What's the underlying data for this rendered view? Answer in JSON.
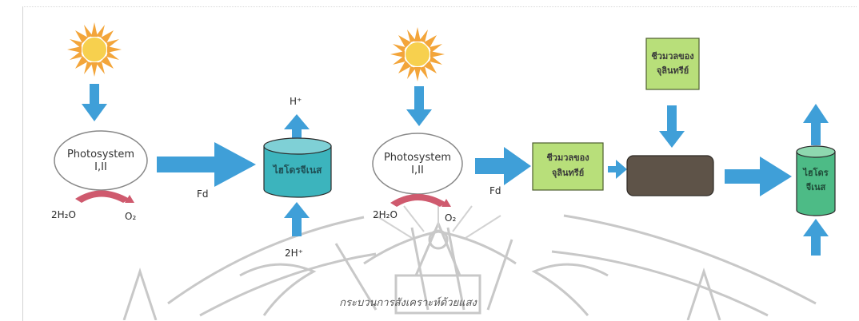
{
  "colors": {
    "arrow_blue": "#3f9fd8",
    "cylinder_teal": "#3cb4bd",
    "cylinder_green": "#4dbb86",
    "box_green": "#b8df7a",
    "box_brown": "#5e5348",
    "curve_red": "#cf5a6e",
    "sun_yellow": "#f7d04e",
    "sun_orange": "#f3a53a",
    "watermark": "#c4c4c4"
  },
  "labels": {
    "ps1": "Photosystem\nI,II",
    "ps2": "Photosystem\nI,II",
    "fd1": "Fd",
    "fd2": "Fd",
    "h_plus": "H⁺",
    "two_h_plus": "2H⁺",
    "h2o_a": "2H₂O",
    "o2_a": "O₂",
    "h2o_b": "2H₂O",
    "o2_b": "O₂",
    "hydrogenase_1": "ไฮโดรจีเนส",
    "biomass_top": "ชีวมวลของ\nจุลินทรีย์",
    "biomass_mid": "ชีวมวลของ\nจุลินทรีย์",
    "hydrogenase_2": "ไฮโดร\nจีเนส",
    "caption": "กระบวนการสังเคราะห์ด้วยแสง"
  }
}
